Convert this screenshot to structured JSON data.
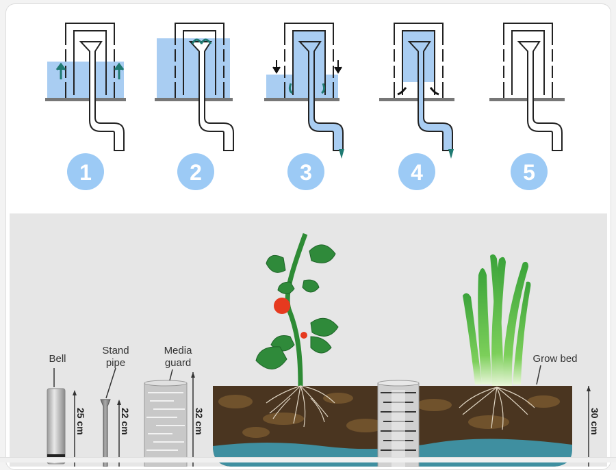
{
  "diagram": {
    "title": "Bell siphon cycle and grow bed components",
    "steps": [
      {
        "number": "1",
        "state": "water-rising"
      },
      {
        "number": "2",
        "state": "overflow-into-standpipe"
      },
      {
        "number": "3",
        "state": "siphon-draining"
      },
      {
        "number": "4",
        "state": "air-breaks-siphon"
      },
      {
        "number": "5",
        "state": "empty-reset"
      }
    ],
    "components": {
      "bell": {
        "label": "Bell",
        "height": "25 cm"
      },
      "standpipe": {
        "label": "Stand pipe",
        "line1": "Stand",
        "line2": "pipe",
        "height": "22 cm"
      },
      "media_guard": {
        "label": "Media guard",
        "line1": "Media",
        "line2": "guard",
        "height": "32 cm"
      },
      "grow_bed": {
        "label": "Grow bed",
        "height": "30 cm"
      }
    },
    "plants": [
      "tomato-plant",
      "spring-onion"
    ],
    "colors": {
      "water": "#a9cdf2",
      "badge": "#9ccaf5",
      "arrow": "#1f7a72",
      "soil": "#4a3520",
      "reservoir": "#3f8fa0",
      "panel": "#e6e6e6"
    }
  }
}
